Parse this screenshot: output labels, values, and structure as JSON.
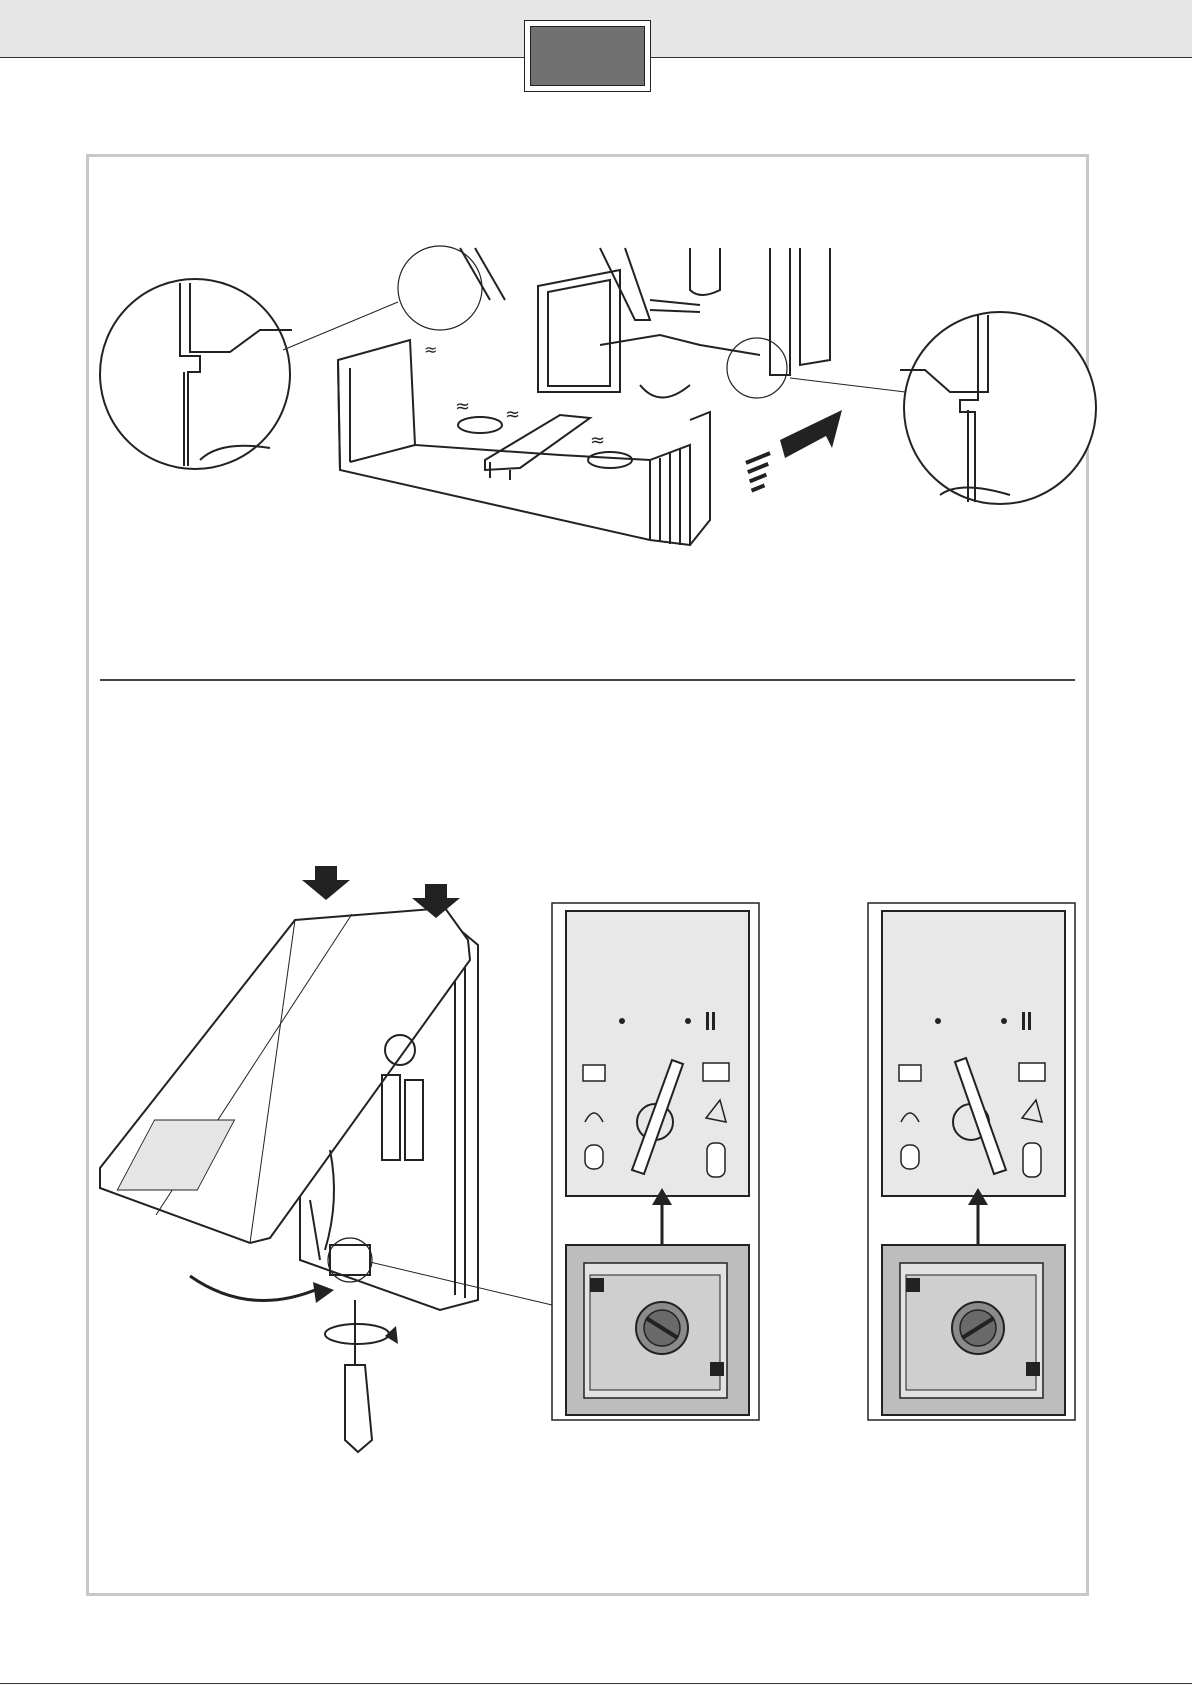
{
  "page": {
    "header_tab": "",
    "figures": [
      {
        "name": "installation-strip-figure",
        "text": ""
      },
      {
        "name": "cover-mounting-figure",
        "text": ""
      },
      {
        "name": "control-panel-setting-a",
        "text": ""
      },
      {
        "name": "control-panel-setting-b",
        "text": ""
      }
    ]
  }
}
